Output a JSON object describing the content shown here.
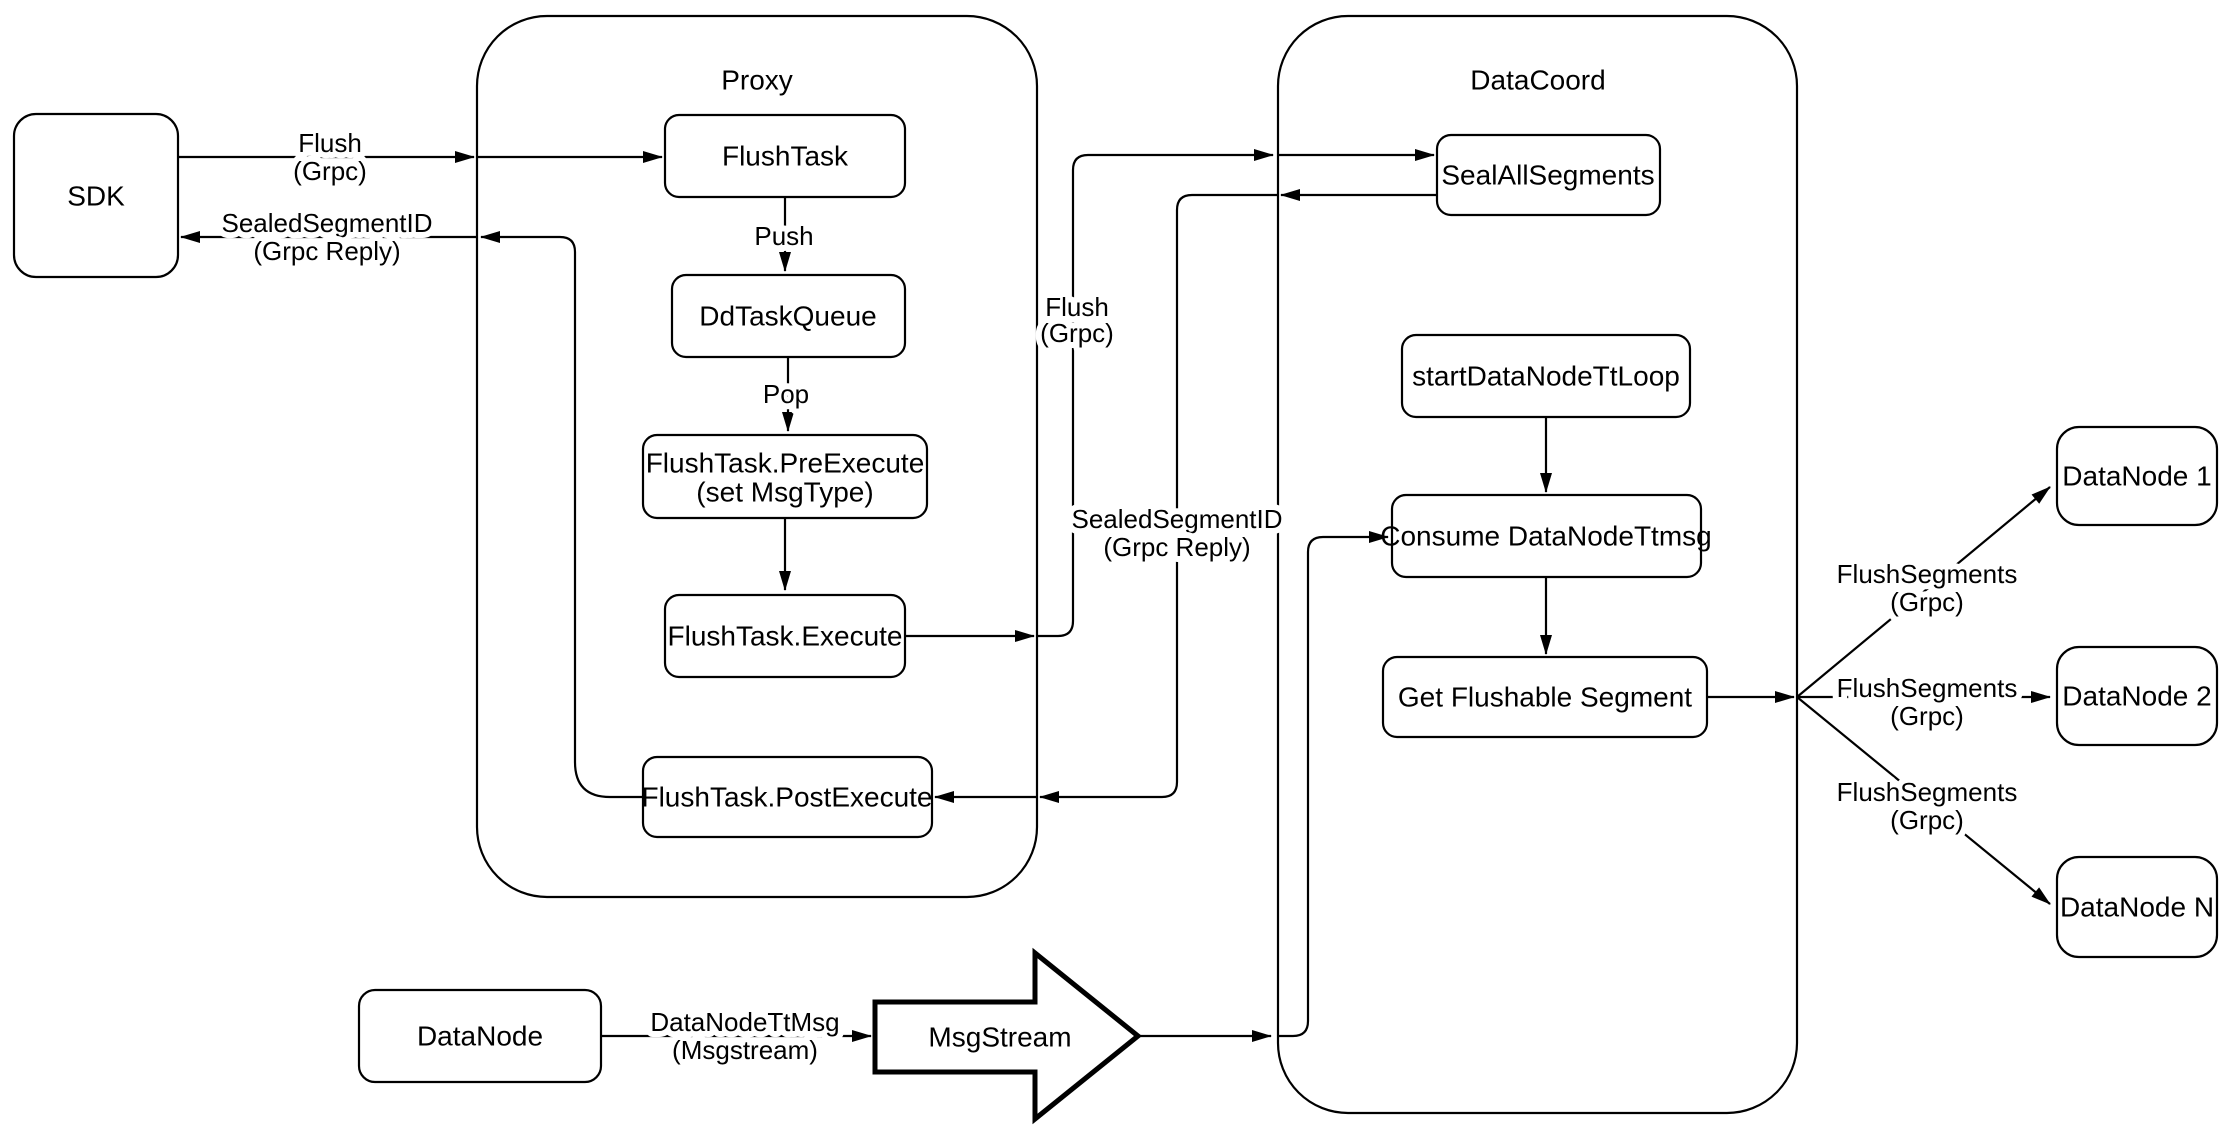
{
  "diagram": {
    "colors": {
      "stroke": "#000000",
      "background": "#ffffff"
    },
    "containers": {
      "proxy": {
        "label": "Proxy"
      },
      "datacoord": {
        "label": "DataCoord"
      }
    },
    "nodes": {
      "sdk": {
        "label": "SDK"
      },
      "flush_task": {
        "label": "FlushTask"
      },
      "dd_task_queue": {
        "label": "DdTaskQueue"
      },
      "pre_execute": {
        "label_line1": "FlushTask.PreExecute",
        "label_line2": "(set MsgType)"
      },
      "execute": {
        "label": "FlushTask.Execute"
      },
      "post_execute": {
        "label": "FlushTask.PostExecute"
      },
      "seal_all_segments": {
        "label": "SealAllSegments"
      },
      "start_datanode_tt_loop": {
        "label": "startDataNodeTtLoop"
      },
      "consume_datanode_ttmsg": {
        "label": "Consume DataNodeTtmsg"
      },
      "get_flushable_segment": {
        "label": "Get Flushable Segment"
      },
      "datanode_1": {
        "label": "DataNode 1"
      },
      "datanode_2": {
        "label": "DataNode 2"
      },
      "datanode_n": {
        "label": "DataNode N"
      },
      "datanode": {
        "label": "DataNode"
      },
      "msgstream": {
        "label": "MsgStream"
      }
    },
    "edge_labels": {
      "flush_sdk": {
        "line1": "Flush",
        "line2": "(Grpc)"
      },
      "sealed_sdk": {
        "line1": "SealedSegmentID",
        "line2": "(Grpc Reply)"
      },
      "push": {
        "text": "Push"
      },
      "pop": {
        "text": "Pop"
      },
      "flush_mid": {
        "line1": "Flush",
        "line2": "(Grpc)"
      },
      "sealed_mid": {
        "line1": "SealedSegmentID",
        "line2": "(Grpc Reply)"
      },
      "flush_segments_1": {
        "line1": "FlushSegments",
        "line2": "(Grpc)"
      },
      "flush_segments_2": {
        "line1": "FlushSegments",
        "line2": "(Grpc)"
      },
      "flush_segments_3": {
        "line1": "FlushSegments",
        "line2": "(Grpc)"
      },
      "datanode_tt_msg": {
        "line1": "DataNodeTtMsg",
        "line2": "(Msgstream)"
      }
    }
  }
}
